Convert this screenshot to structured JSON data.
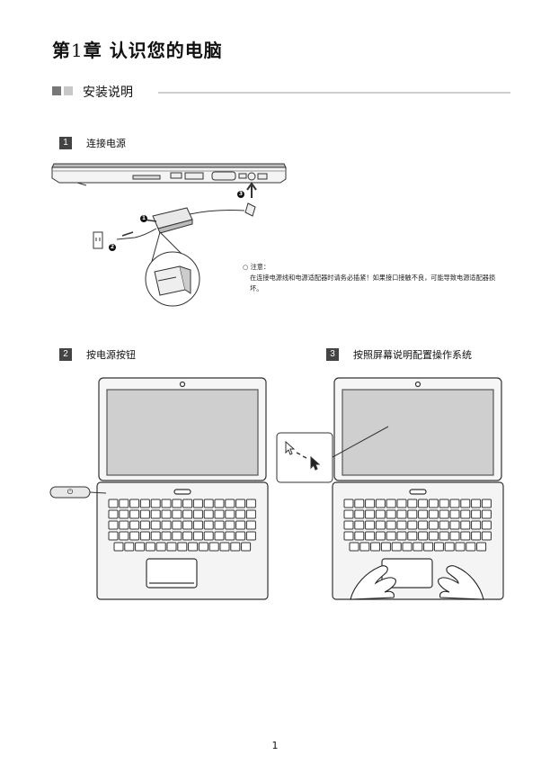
{
  "chapter": {
    "prefix": "第",
    "number": "1",
    "suffix": "章 认识您的电脑"
  },
  "section": {
    "title": "安装说明"
  },
  "steps": [
    {
      "number": "1",
      "label": "连接电源"
    },
    {
      "number": "2",
      "label": "按电源按钮"
    },
    {
      "number": "3",
      "label": "按照屏幕说明配置操作系统"
    }
  ],
  "note": {
    "title": "注意：",
    "text": "在连接电源线和电源适配器时请务必插紧！如果接口接触不良，可能导致电源适配器损坏。"
  },
  "callouts": [
    "1",
    "2",
    "3"
  ],
  "page_number": "1"
}
